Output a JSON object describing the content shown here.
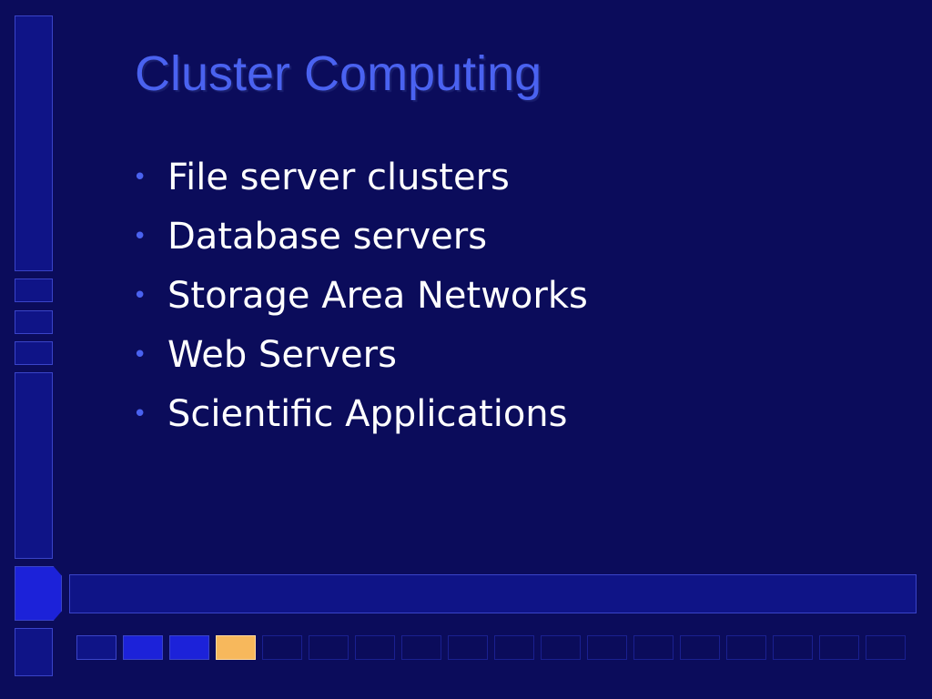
{
  "slide": {
    "title": "Cluster Computing",
    "bullet_glyph": "•",
    "bullets": [
      "File server clusters",
      "Database servers",
      "Storage Area Networks",
      "Web Servers",
      "Scientific Applications"
    ]
  },
  "progress": {
    "total_slides": 18,
    "current_slide": 4
  },
  "colors": {
    "background": "#0b0c5b",
    "title": "#4a62f0",
    "bullet_text": "#ffffff",
    "accent": "#1c22d9",
    "current_marker": "#f7b85c"
  }
}
